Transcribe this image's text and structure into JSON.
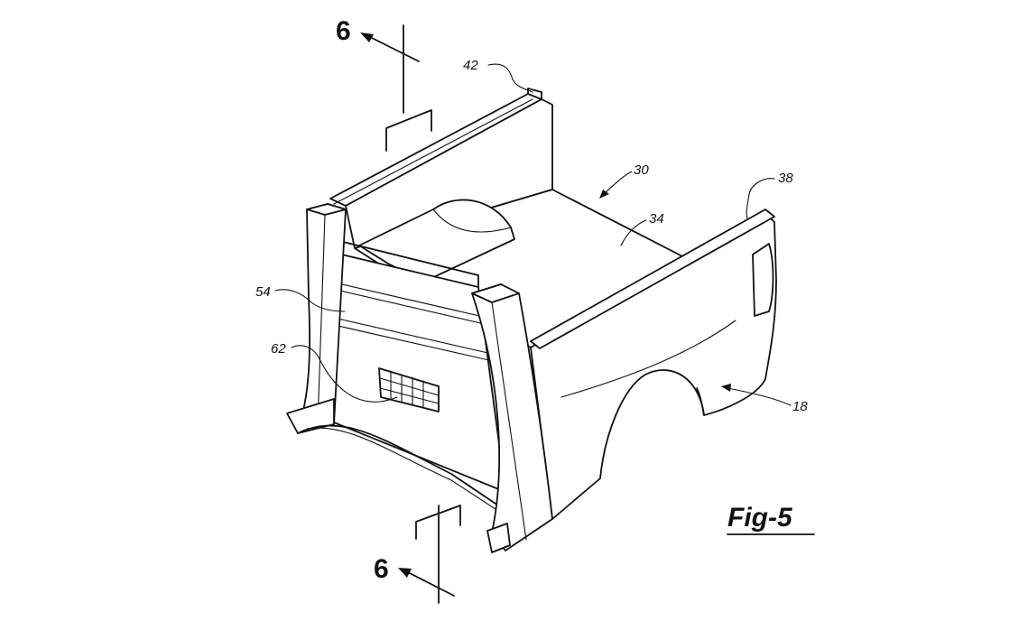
{
  "figure": {
    "label": "Fig-5",
    "section_marks": [
      "6",
      "6"
    ],
    "reference_numerals": {
      "r42": "42",
      "r30": "30",
      "r38": "38",
      "r34": "34",
      "r54": "54",
      "r62": "62",
      "r18": "18"
    }
  },
  "colors": {
    "line": "#111111",
    "background": "#ffffff"
  }
}
